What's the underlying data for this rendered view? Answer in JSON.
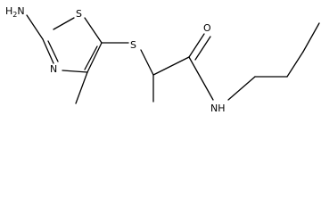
{
  "atom_labels": {
    "amine_nh2": "H2N",
    "thiazole_s": "S",
    "thiazole_n": "N",
    "thioether_s": "S",
    "carbonyl_o": "O",
    "amide_nh": "NH"
  },
  "colors": {
    "bond": "#000000",
    "background": "#ffffff"
  }
}
